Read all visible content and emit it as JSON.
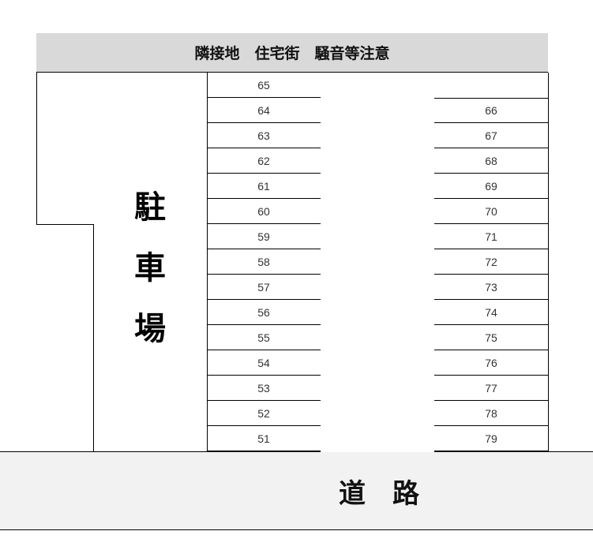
{
  "header": {
    "notice": "隣接地　住宅街　騒音等注意"
  },
  "parking_area": {
    "label_chars": [
      "駐",
      "車",
      "場"
    ]
  },
  "slots_left": [
    "65",
    "64",
    "63",
    "62",
    "61",
    "60",
    "59",
    "58",
    "57",
    "56",
    "55",
    "54",
    "53",
    "52",
    "51"
  ],
  "slots_right": [
    "66",
    "67",
    "68",
    "69",
    "70",
    "71",
    "72",
    "73",
    "74",
    "75",
    "76",
    "77",
    "78",
    "79"
  ],
  "road": {
    "label": "道　路"
  }
}
